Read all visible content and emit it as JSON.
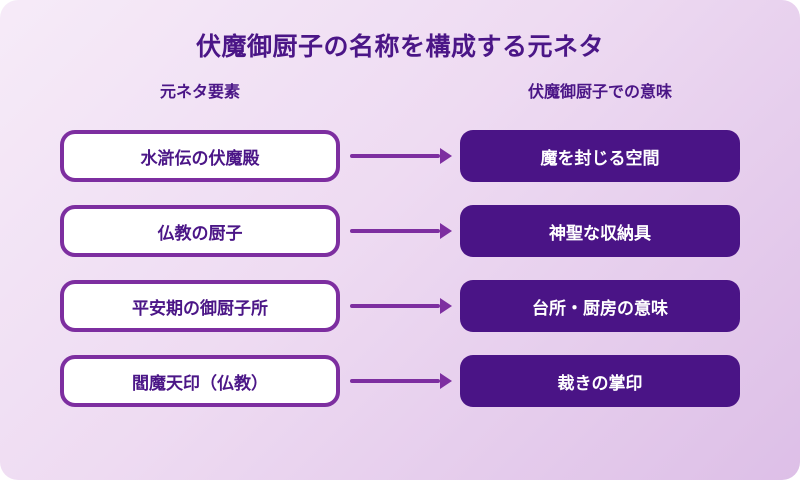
{
  "title": "伏魔御厨子の名称を構成する元ネタ",
  "columns": {
    "left_header": "元ネタ要素",
    "right_header": "伏魔御厨子での意味"
  },
  "rows": [
    {
      "source": "水滸伝の伏魔殿",
      "meaning": "魔を封じる空間"
    },
    {
      "source": "仏教の厨子",
      "meaning": "神聖な収納具"
    },
    {
      "source": "平安期の御厨子所",
      "meaning": "台所・厨房の意味"
    },
    {
      "source": "閻魔天印（仏教）",
      "meaning": "裁きの掌印"
    }
  ],
  "colors": {
    "background_start": "#f6ebf8",
    "background_end": "#ddbfe7",
    "dark_purple": "#4a1486",
    "border_purple": "#7d2ea0",
    "title_text": "#4b1687",
    "dest_box_text": "#ffffff"
  },
  "icons": {
    "arrow": "right-arrow"
  }
}
